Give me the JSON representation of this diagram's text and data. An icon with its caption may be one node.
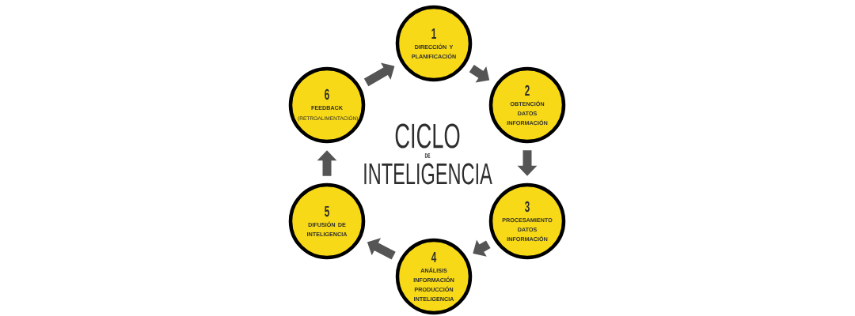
{
  "diagram": {
    "nodes": [
      {
        "text": [
          "1",
          "DIRECCIÓN Y PLANIFICACIÓN"
        ]
      },
      {
        "text": [
          "2",
          "OBTENCIÓN DATOS INFORMACIÓN"
        ]
      },
      {
        "text": [
          "3",
          "PROCESAMIENTO DATOS INFORMACIÓN"
        ]
      },
      {
        "text": [
          "4",
          "ANÁLISIS INFORMACIÓN PRODUCCIÓN INTELIGENCIA"
        ]
      },
      {
        "text": [
          "5",
          "DIFUSIÓN DE INTELIGENCIA"
        ]
      },
      {
        "text": [
          "6",
          "FEEDBACK",
          "(RETROALIMENTACIÓN)"
        ]
      }
    ],
    "edges": [
      {
        "from": 0,
        "to": 1,
        "arrow": "to"
      },
      {
        "from": 1,
        "to": 2,
        "arrow": "to"
      },
      {
        "from": 2,
        "to": 3,
        "arrow": "to"
      },
      {
        "from": 3,
        "to": 4,
        "arrow": "to"
      },
      {
        "from": 4,
        "to": 5,
        "arrow": "to"
      },
      {
        "from": 5,
        "to": 0,
        "arrow": "to"
      }
    ],
    "labels": [
      "CICLO",
      "DE",
      "INTELIGENCIA"
    ]
  }
}
